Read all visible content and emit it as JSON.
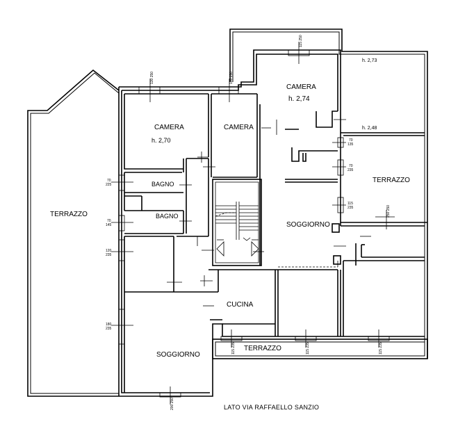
{
  "rooms": {
    "terrazzo_west": "TERRAZZO",
    "camera_1": "CAMERA",
    "camera_1_height": "h. 2,70",
    "camera_2": "CAMERA",
    "camera_3": "CAMERA",
    "camera_3_height": "h. 2,74",
    "height_top_right": "h. 2,73",
    "height_mid_right": "h. 2,48",
    "terrazzo_east": "TERRAZZO",
    "bagno_1": "BAGNO",
    "bagno_2": "BAGNO",
    "soggiorno_1": "SOGGIORNO",
    "cucina": "CUCINA",
    "soggiorno_2": "SOGGIORNO",
    "terrazzo_south": "TERRAZZO"
  },
  "dimensions": {
    "west_1_top": "70",
    "west_1_bot": "225",
    "west_2_top": "70",
    "west_2_bot": "145",
    "west_3_top": "120",
    "west_3_bot": "235",
    "west_4_top": "180",
    "west_4_bot": "235",
    "east_1_top": "70",
    "east_1_bot": "135",
    "east_2_top": "70",
    "east_2_bot": "235",
    "east_3_top": "115",
    "east_3_bot": "235",
    "north_1": "130 250",
    "north_2": "100 250",
    "north_3": "115 250",
    "east_terr_win": "250 250",
    "south_1": "115 235",
    "south_2": "115 235",
    "south_3": "115 235",
    "south_4": "200 250"
  },
  "footer": "LATO VIA RAFFAELLO SANZIO"
}
